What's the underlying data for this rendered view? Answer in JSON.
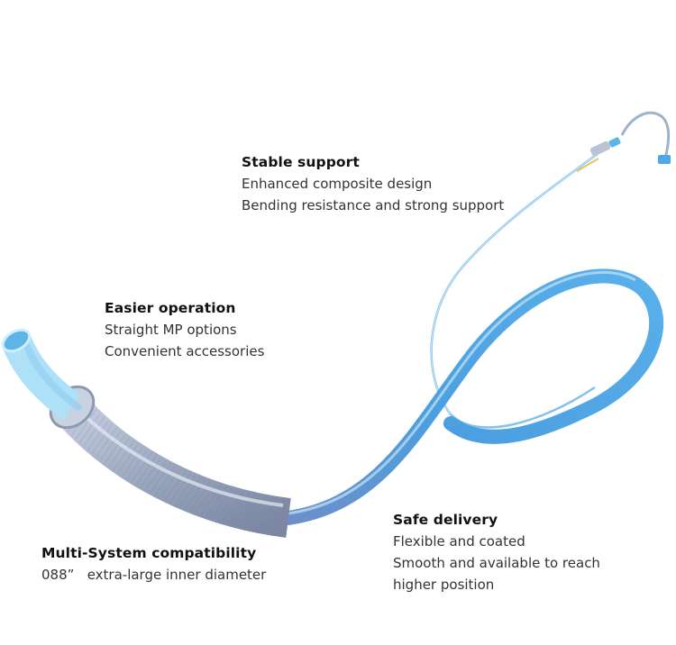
{
  "colors": {
    "tube_light": "#aee0f7",
    "tube_mid": "#5fb4e6",
    "tube_dark": "#3a8ed0",
    "shaft_gray": "#9aa6bd",
    "shaft_dark": "#7b87a3",
    "background": "#ffffff"
  },
  "illustration": {
    "icon": "catheter-illustration"
  },
  "features": {
    "stable": {
      "title": "Stable support",
      "lines": [
        "Enhanced composite design",
        "Bending resistance and strong support"
      ]
    },
    "easier": {
      "title": "Easier operation",
      "lines": [
        "Straight MP options",
        "Convenient accessories"
      ]
    },
    "safe": {
      "title": "Safe delivery",
      "lines": [
        "Flexible and coated",
        "Smooth and available to reach",
        "higher position"
      ]
    },
    "multi": {
      "title": "Multi-System compatibility",
      "lines": [
        "088”   extra-large inner diameter"
      ]
    }
  }
}
